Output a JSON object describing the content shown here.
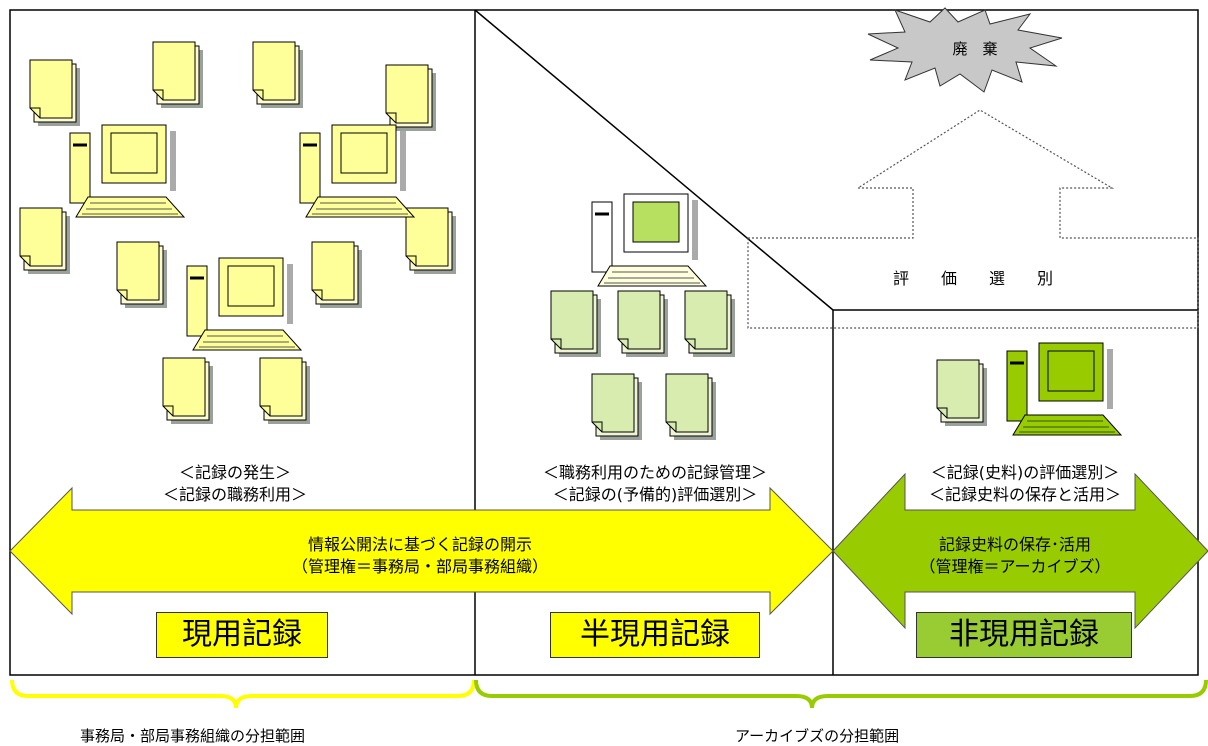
{
  "top_right": {
    "disposal": "廃　棄",
    "appraisal": "評　　価　　選　　別"
  },
  "sections": {
    "current": {
      "caption_1": "＜記録の発生＞",
      "caption_2": "＜記録の職務利用＞",
      "label": "現用記録",
      "label_color": "#ffff00"
    },
    "semi": {
      "caption_1": "＜職務利用のための記録管理＞",
      "caption_2": "＜記録の(予備的)評価選別＞",
      "label": "半現用記録",
      "label_color": "#ffff00"
    },
    "non": {
      "caption_1": "＜記録(史料)の評価選別＞",
      "caption_2": "＜記録史料の保存と活用＞",
      "label": "非現用記録",
      "label_color": "#99cc33"
    }
  },
  "arrows": {
    "yellow": {
      "line_1": "情報公開法に基づく記録の開示",
      "line_2": "（管理権＝事務局・部局事務組織）",
      "color": "#ffff00"
    },
    "green": {
      "line_1": "記録史料の保存･活用",
      "line_2": "（管理権＝アーカイブズ）",
      "color": "#99cc00"
    }
  },
  "footer": {
    "left": "事務局・部局事務組織の分担範囲",
    "right": "アーカイブズの分担範囲",
    "left_color": "#ffff00",
    "right_color": "#99cc00"
  },
  "icons": [
    "document-stack-icon",
    "computer-icon",
    "explosion-icon",
    "up-arrow-icon"
  ]
}
